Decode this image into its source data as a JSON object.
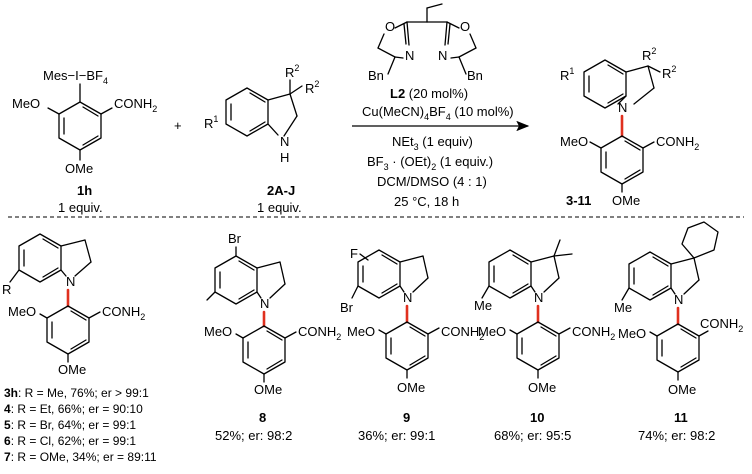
{
  "reagents": {
    "mes_i": "Mes−I−BF",
    "mes_i_sub": "4",
    "meo": "MeO",
    "conh2": "CONH",
    "conh2_sub": "2",
    "ome": "OMe",
    "plus": "+",
    "label_1h": "1h",
    "equiv_1h": "1 equiv.",
    "r1": "R",
    "r1_sup": "1",
    "r2": "R",
    "r2_sup": "2",
    "n": "N",
    "h": "H",
    "label_2aj": "2A-J",
    "equiv_2aj": "1 equiv."
  },
  "ligand": {
    "o1": "O",
    "o2": "O",
    "n1": "N",
    "n2": "N",
    "bn1": "Bn",
    "bn2": "Bn"
  },
  "conditions": {
    "line1_bold": "L2",
    "line1_rest": " (20 mol%)",
    "line2": "Cu(MeCN)",
    "line2_sub1": "4",
    "line2_rest": "BF",
    "line2_sub2": "4",
    "line2_end": " (10 mol%)",
    "line3": "NEt",
    "line3_sub": "3",
    "line3_rest": " (1 equiv)",
    "line4": "BF",
    "line4_sub1": "3",
    "line4_rest": " · (OEt)",
    "line4_sub2": "2",
    "line4_end": " (1 equiv.)",
    "line5": "DCM/DMSO (4 : 1)",
    "line6": "25 °C, 18 h"
  },
  "product": {
    "label": "3-11"
  },
  "scope": {
    "r": "R",
    "results": [
      {
        "id": "3h",
        "text": ": R = Me, 76%; er > 99:1"
      },
      {
        "id": "4",
        "text": ": R = Et, 66%; er = 90:10"
      },
      {
        "id": "5",
        "text": ": R = Br, 64%; er = 99:1"
      },
      {
        "id": "6",
        "text": ": R = Cl, 62%; er = 99:1"
      },
      {
        "id": "7",
        "text": ": R = OMe, 34%; er = 89:11"
      }
    ],
    "compounds": [
      {
        "id": "8",
        "result": "52%; er: 98:2",
        "sub1": "Br",
        "sub2": "Me"
      },
      {
        "id": "9",
        "result": "36%; er: 99:1",
        "sub1": "F",
        "sub2": "Br"
      },
      {
        "id": "10",
        "result": "68%; er: 95:5",
        "sub2": "Me"
      },
      {
        "id": "11",
        "result": "74%; er: 98:2",
        "sub2": "Me"
      }
    ]
  },
  "colors": {
    "cn_bond": "#e0301e"
  }
}
